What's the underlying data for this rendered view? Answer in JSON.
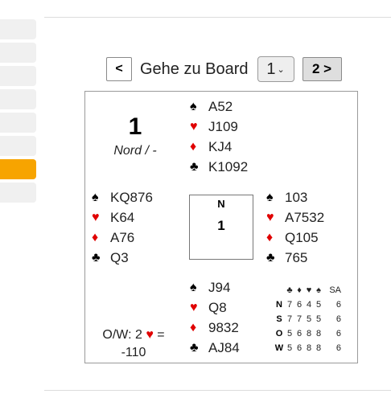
{
  "sidebar": {
    "tab_count": 8,
    "active_index": 6
  },
  "nav": {
    "prev_label": "<",
    "goto_label": "Gehe zu Board",
    "selected_board": "1",
    "next_label": "2 >"
  },
  "board": {
    "number": "1",
    "dealer_vuln": "Nord / -",
    "compass_dir": "N",
    "compass_num": "1",
    "contract_line1": "O/W: 2",
    "contract_suit": "♥",
    "contract_eq": "=",
    "contract_score": "-110"
  },
  "suits": {
    "spade": "♠",
    "heart": "♥",
    "diamond": "♦",
    "club": "♣"
  },
  "hands": {
    "north": {
      "spades": "A52",
      "hearts": "J109",
      "diamonds": "KJ4",
      "clubs": "K1092"
    },
    "west": {
      "spades": "KQ876",
      "hearts": "K64",
      "diamonds": "A76",
      "clubs": "Q3"
    },
    "east": {
      "spades": "103",
      "hearts": "A7532",
      "diamonds": "Q105",
      "clubs": "765"
    },
    "south": {
      "spades": "J94",
      "hearts": "Q8",
      "diamonds": "9832",
      "clubs": "AJ84"
    }
  },
  "tricks": {
    "header_sa": "SA",
    "rows": [
      {
        "label": "N",
        "c": "7",
        "d": "6",
        "h": "4",
        "s": "5",
        "sa": "6"
      },
      {
        "label": "S",
        "c": "7",
        "d": "7",
        "h": "5",
        "s": "5",
        "sa": "6"
      },
      {
        "label": "O",
        "c": "5",
        "d": "6",
        "h": "8",
        "s": "8",
        "sa": "6"
      },
      {
        "label": "W",
        "c": "5",
        "d": "6",
        "h": "8",
        "s": "8",
        "sa": "6"
      }
    ]
  },
  "colors": {
    "accent": "#f7a400",
    "red_suit": "#e00000"
  }
}
